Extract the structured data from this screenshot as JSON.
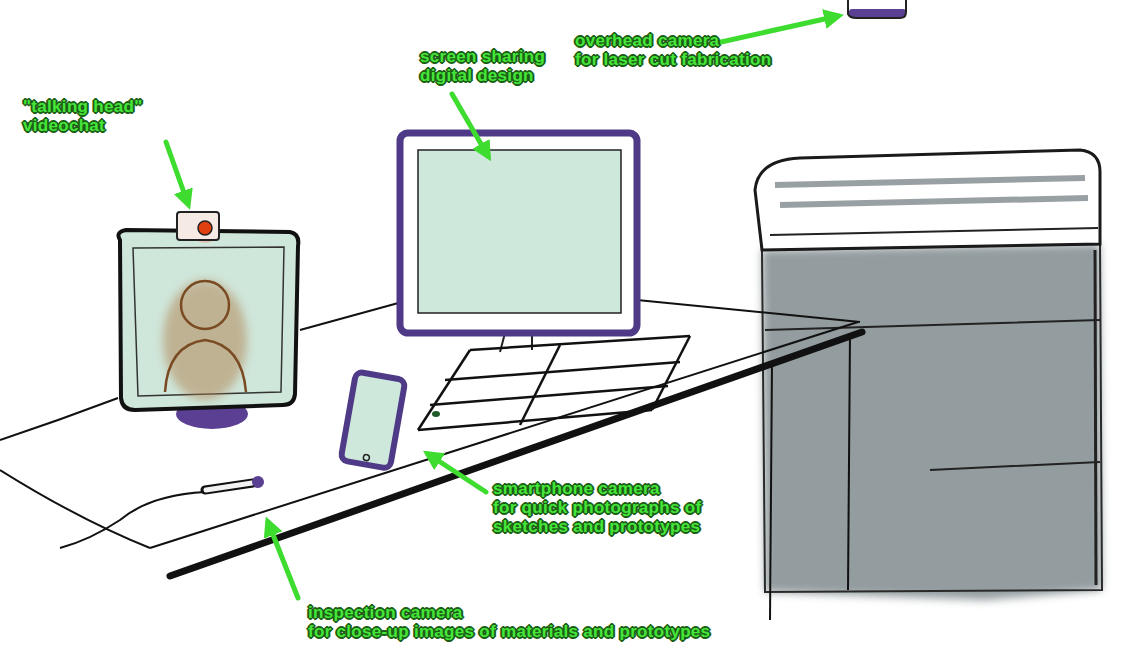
{
  "diagram": {
    "labels": [
      "overhead camera for laser cut fabrication",
      "screen sharing digital design",
      "\"talking head\" videochat",
      "smartphone camera for quick photographs of sketches and prototypes",
      "inspection camera for close-up images of materials and prototypes"
    ]
  }
}
